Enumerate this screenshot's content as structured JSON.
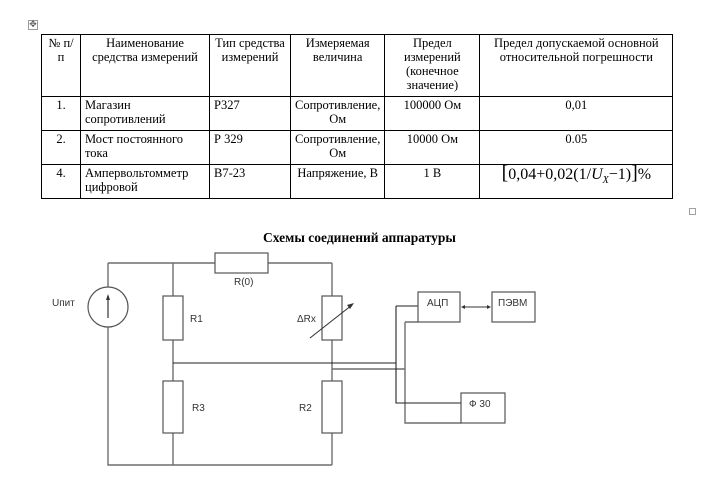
{
  "table": {
    "headers": [
      "№ п/п",
      "Наименование средства измерений",
      "Тип средства измерений",
      "Измеряемая величина",
      "Предел измерений (конечное значение)",
      "Предел допускаемой основной относительной погрешности"
    ],
    "rows": [
      {
        "num": "1.",
        "name": "Магазин сопротивлений",
        "type": "Р327",
        "quantity": "Сопротивление, Ом",
        "limit": "100000 Ом",
        "error": "0,01"
      },
      {
        "num": "2.",
        "name": "Мост постоянного тока",
        "type": "Р 329",
        "quantity": "Сопротивление, Ом",
        "limit": "10000 Ом",
        "error": "0.05"
      },
      {
        "num": "4.",
        "name": "Ампервольтомметр цифровой",
        "type": "В7-23",
        "quantity": "Напряжение, В",
        "limit": "1 В",
        "error_formula": {
          "open": "[",
          "body": "0,04+0,02(1/",
          "var": "U",
          "sub": "X",
          "tail": "−1)",
          "close": "]",
          "unit": "%"
        }
      }
    ]
  },
  "diagram": {
    "title": "Схемы соединений аппаратуры",
    "labels": {
      "source": "Uпит",
      "r0": "R(0)",
      "r1": "R1",
      "rx": "ΔRx",
      "r3": "R3",
      "r2": "R2",
      "adc": "АЦП",
      "pc": "ПЭВМ",
      "f30": "Ф 30"
    }
  },
  "handles": {
    "move": "✥"
  }
}
